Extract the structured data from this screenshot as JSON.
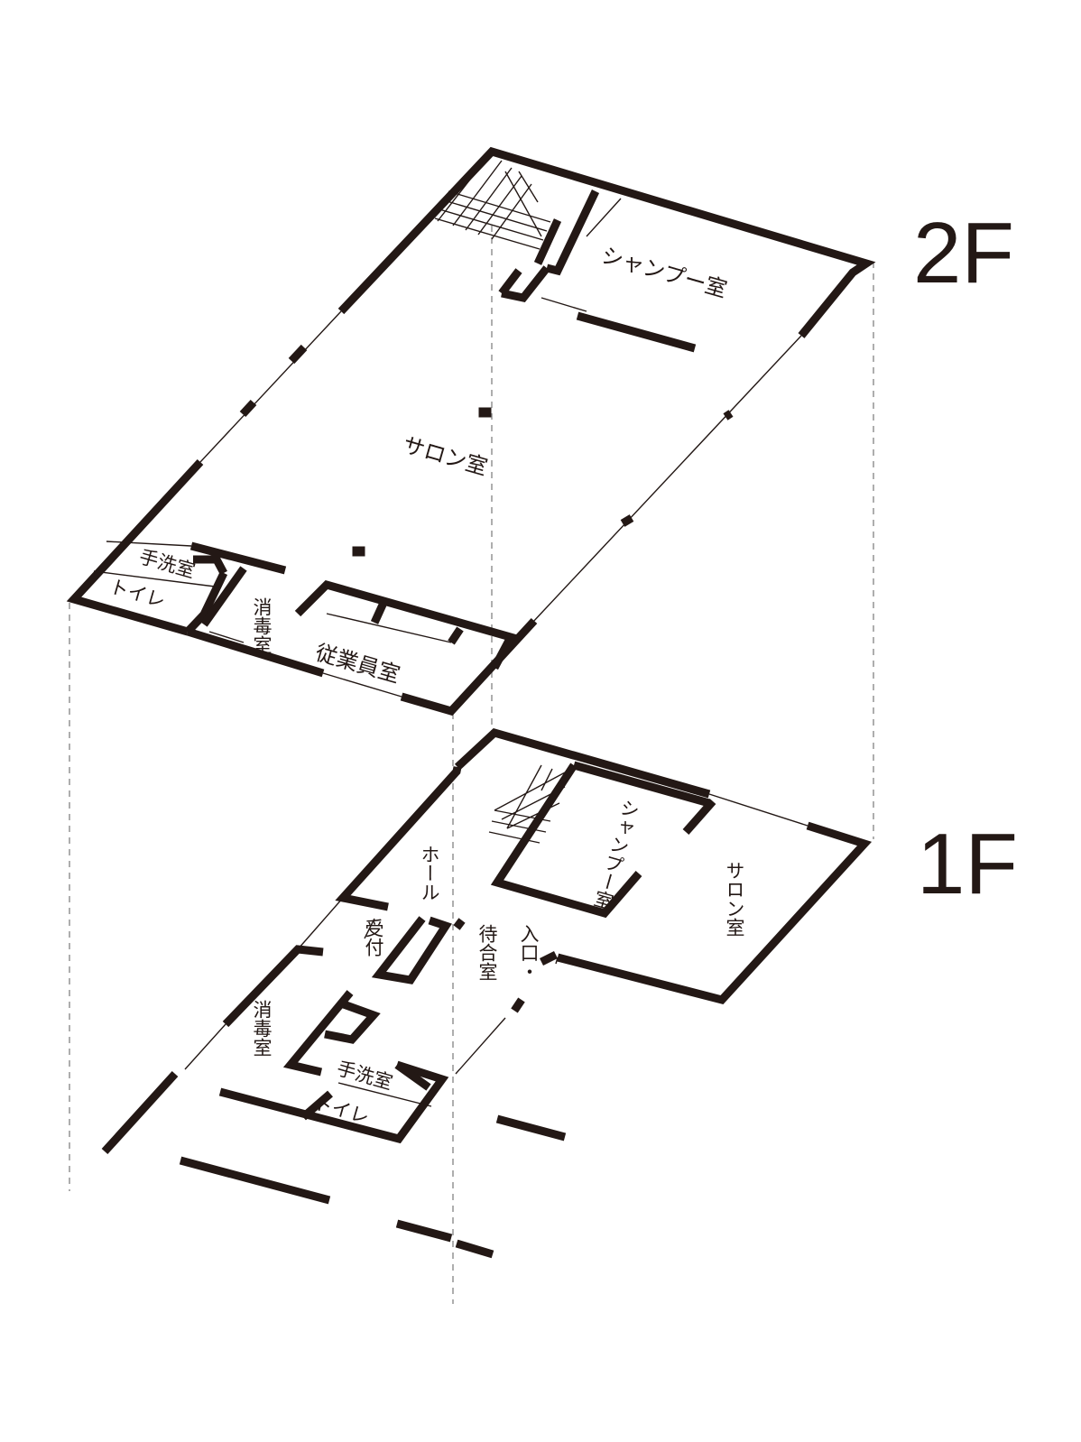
{
  "floors": {
    "second": {
      "label": "2F",
      "rooms": {
        "shampoo": "シャンプー室",
        "salon": "サロン室",
        "handwash": "手洗室",
        "toilet": "トイレ",
        "disinfection": "消毒室",
        "staff": "従業員室"
      }
    },
    "first": {
      "label": "1F",
      "rooms": {
        "hall": "ホール",
        "shampoo": "シャンプー室",
        "salon": "サロン室",
        "reception": "受付",
        "waiting": "待合室",
        "entrance": "入口・",
        "disinfection": "消毒室",
        "handwash": "手洗室",
        "toilet": "トイレ"
      }
    }
  },
  "colors": {
    "wall": "#231815",
    "guide": "#9a9a9a",
    "background": "#ffffff"
  }
}
